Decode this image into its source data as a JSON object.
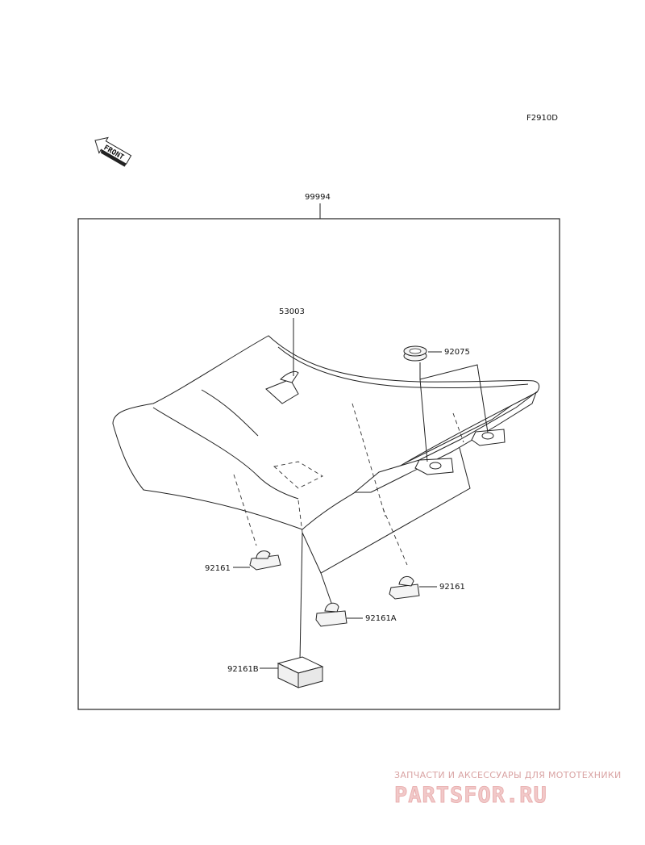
{
  "diagram_code": "F2910D",
  "front_label": "FRONT",
  "parts": {
    "seat_assembly": "99994",
    "velcro_strap": "53003",
    "grommet": "92075",
    "damper_left": "92161",
    "damper_right": "92161",
    "damper_center": "92161A",
    "damper_block": "92161B"
  },
  "watermark": {
    "tagline": "ЗАПЧАСТИ И АКСЕССУАРЫ ДЛЯ МОТОТЕХНИКИ",
    "brand": "PARTSFOR.RU"
  }
}
